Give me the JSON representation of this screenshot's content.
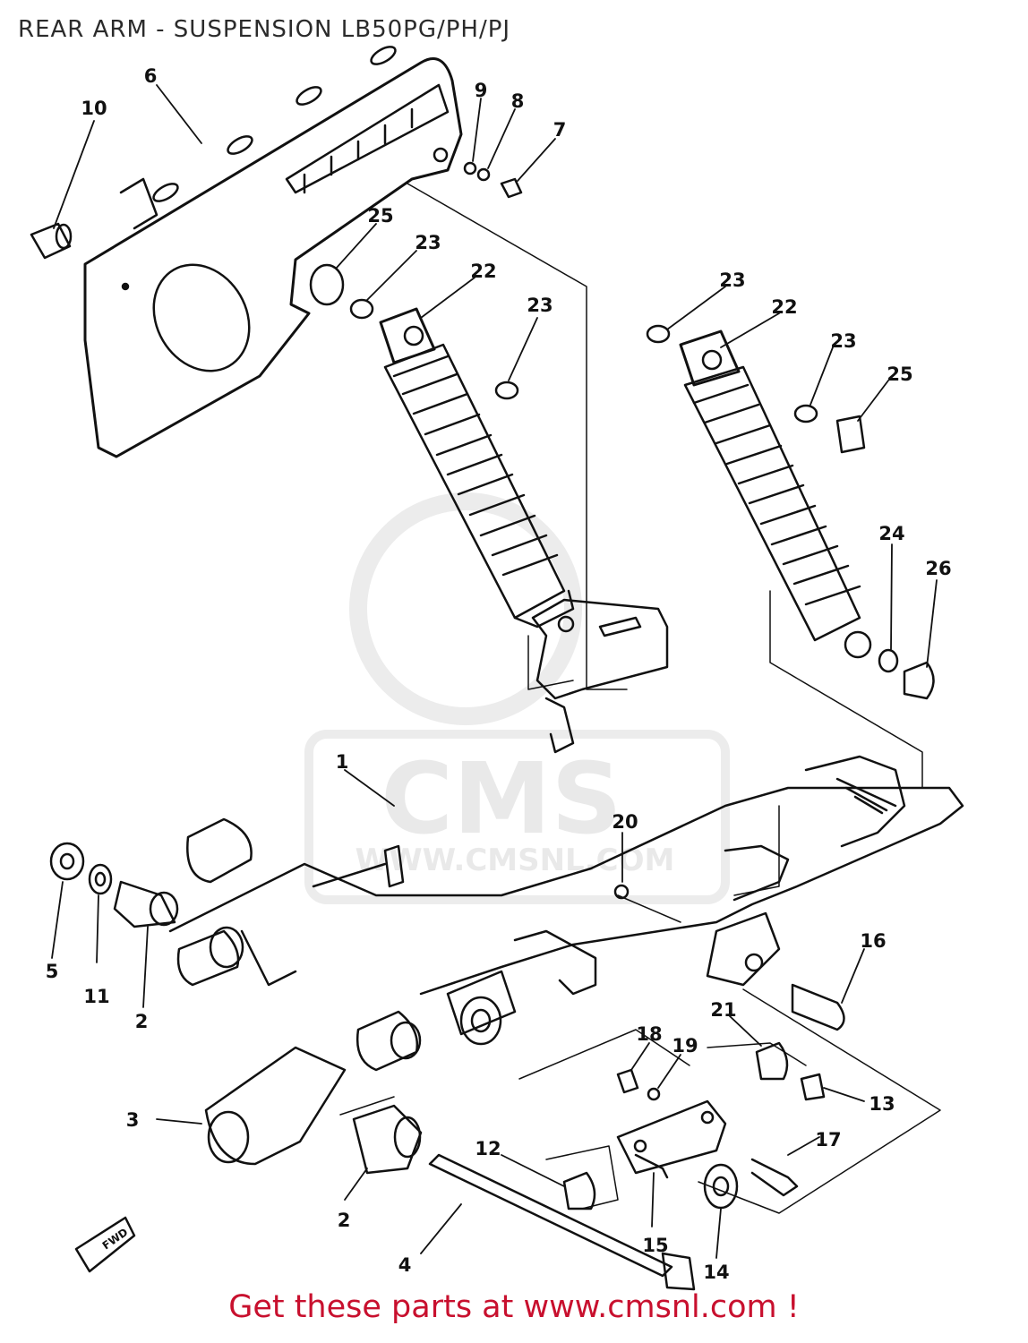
{
  "title": "REAR ARM - SUSPENSION LB50PG/PH/PJ",
  "footer": "Get these parts at www.cmsnl.com !",
  "watermark": {
    "logo": "CMS",
    "url": "WWW.CMSNL.COM"
  },
  "fwd_marker": "FWD",
  "callouts": {
    "c1": "1",
    "c2a": "2",
    "c2b": "2",
    "c3": "3",
    "c4": "4",
    "c5": "5",
    "c6": "6",
    "c7": "7",
    "c8": "8",
    "c9": "9",
    "c10": "10",
    "c11": "11",
    "c12": "12",
    "c13": "13",
    "c14": "14",
    "c15": "15",
    "c16": "16",
    "c17": "17",
    "c18": "18",
    "c19": "19",
    "c20": "20",
    "c21": "21",
    "c22a": "22",
    "c22b": "22",
    "c23a": "23",
    "c23b": "23",
    "c23c": "23",
    "c23d": "23",
    "c24": "24",
    "c25a": "25",
    "c25b": "25",
    "c26": "26"
  },
  "colors": {
    "ink": "#111111",
    "footer": "#c8102e",
    "watermark": "#e9e9e9"
  }
}
